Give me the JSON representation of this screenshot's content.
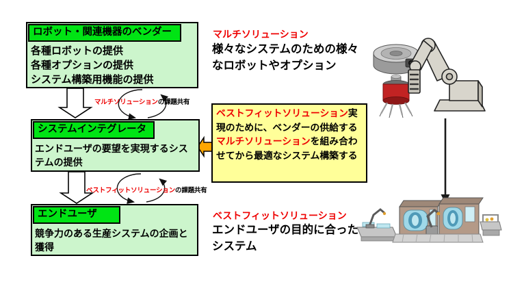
{
  "colors": {
    "header_green": "#00e414",
    "body_green": "#ccf5cc",
    "note_yellow": "#ffff99",
    "accent_red": "#ee0000",
    "arrow_orange": "#ffa600"
  },
  "flow": {
    "vendor": {
      "title": "ロボット・関連機器のベンダー",
      "lines": [
        "各種ロボットの提供",
        "各種オプションの提供",
        "システム構築用機能の提供"
      ]
    },
    "integrator": {
      "title": "システムインテグレータ",
      "body": "エンドユーザの要望を実現するシステムの提供"
    },
    "enduser": {
      "title": "エンドユーザ",
      "body": "競争力のある生産システムの企画と獲得"
    },
    "share_multi": {
      "red": "マルチソリューション",
      "black": "の課題共有"
    },
    "share_bestfit": {
      "red": "ベストフィットソリューション",
      "black": "の課題共有"
    }
  },
  "annotations": {
    "multi": {
      "heading": "マルチソリューション",
      "desc": "様々なシステムのための様々なロボットやオプション"
    },
    "bestfit_note": {
      "segments": [
        {
          "text": "ベストフィットソリューション",
          "color": "red"
        },
        {
          "text": "実現のために、ベンダーの供給する",
          "color": "black"
        },
        {
          "text": "マルチソリューション",
          "color": "red"
        },
        {
          "text": "を組み合わせてから最適なシステム構築する",
          "color": "black"
        }
      ]
    },
    "bestfit": {
      "heading": "ベストフィットソリューション",
      "desc": "エンドユーザの目的に合ったシステム"
    }
  },
  "icons": {
    "top_illustration": "robot-arm-and-option-devices",
    "bottom_illustration": "production-line-system",
    "pointer": "orange-left-block-arrow",
    "flow": "hollow-down-block-arrow",
    "exchange": "circular-exchange-arrows"
  }
}
